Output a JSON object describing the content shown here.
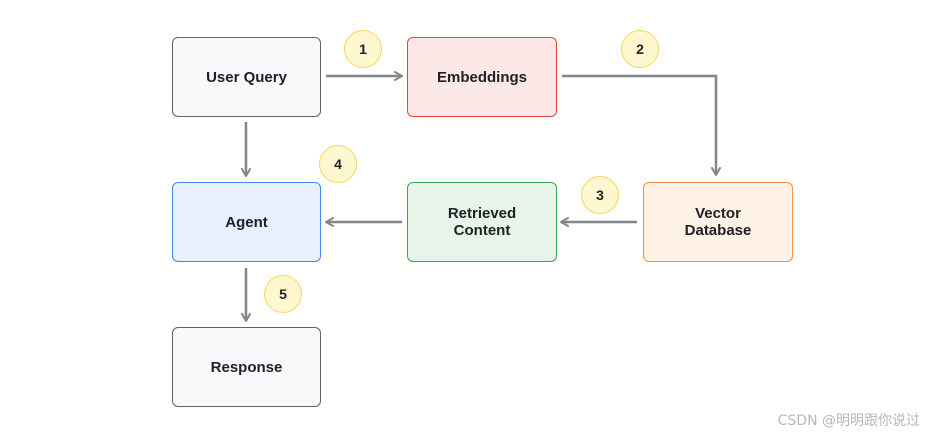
{
  "nodes": {
    "user_query": "User Query",
    "embeddings": "Embeddings",
    "vector_database": "Vector\nDatabase",
    "retrieved_content": "Retrieved\nContent",
    "agent": "Agent",
    "response": "Response"
  },
  "steps": [
    "1",
    "2",
    "3",
    "4",
    "5"
  ],
  "colors": {
    "neutral_fill": "#f8f9fa",
    "neutral_border": "#5f6368",
    "embeddings_fill": "#fce8e6",
    "embeddings_border": "#ea4335",
    "vector_fill": "#fef1e6",
    "vector_border": "#fa903e",
    "retrieved_fill": "#e6f4ea",
    "retrieved_border": "#34a853",
    "agent_fill": "#e8f0fe",
    "agent_border": "#4285f4",
    "badge_fill": "#fef7cf",
    "badge_border": "#f9d55a",
    "arrow": "#80868b"
  },
  "watermark": "CSDN @明明跟你说过"
}
